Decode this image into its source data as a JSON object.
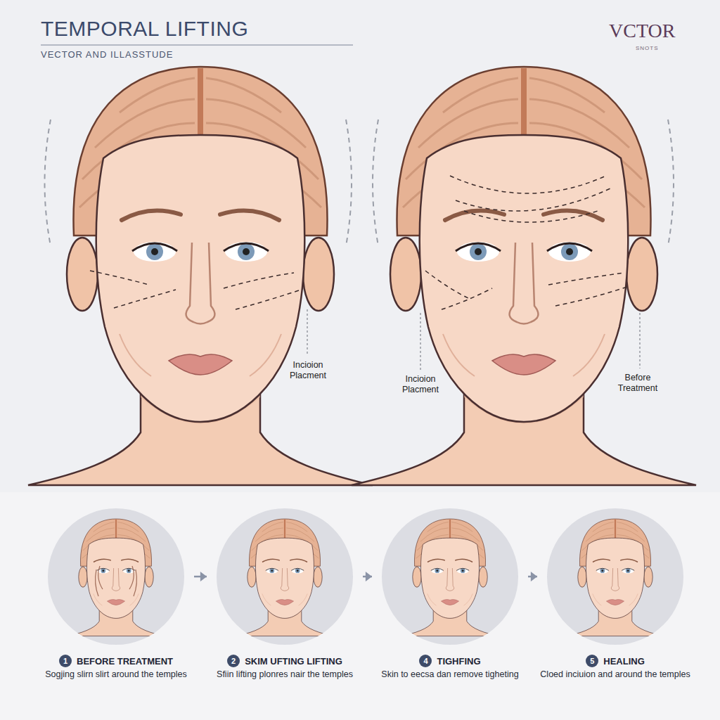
{
  "diagram": {
    "title": "TEMPORAL LIFTING",
    "nodes": [
      {
        "text": [
          "1",
          "BEFORE TREATMENT",
          "Sogjing slirn slirt around the temples"
        ]
      },
      {
        "text": [
          "2",
          "SKIM UFTING LIFTING",
          "Sfiin lifting plonres nair the temples"
        ]
      },
      {
        "text": [
          "4",
          "TIGHFING",
          "Skin to eecsa dan remove tigheting"
        ]
      },
      {
        "text": [
          "5",
          "HEALING",
          "Cloed inciuion and around the temples"
        ]
      }
    ],
    "edges": [
      {
        "from": 0,
        "to": 1,
        "arrow": "to"
      },
      {
        "from": 1,
        "to": 2,
        "arrow": "to"
      },
      {
        "from": 2,
        "to": 3,
        "arrow": "to"
      }
    ],
    "labels": [
      "VECTOR AND ILLASSTUDE",
      "VCTOR",
      "SNOTS",
      "Incioion Placment",
      "Incioion Placment",
      "Before Treatment"
    ]
  }
}
